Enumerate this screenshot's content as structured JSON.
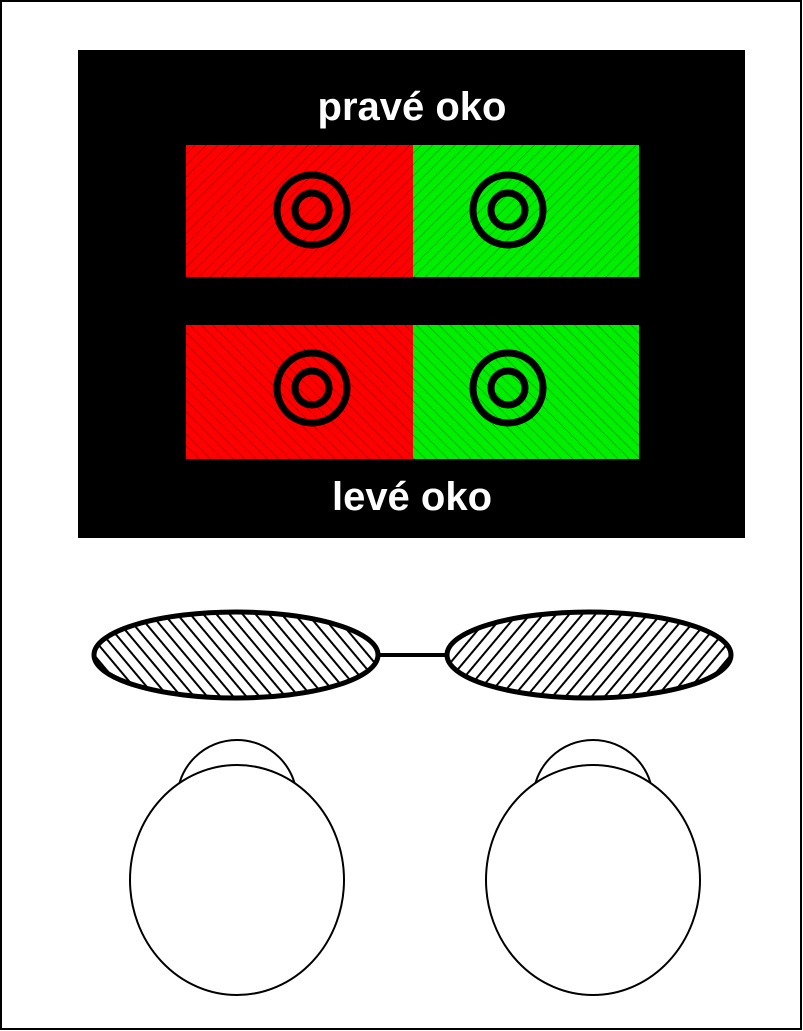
{
  "labels": {
    "top": "pravé oko",
    "bottom": "levé oko"
  },
  "colors": {
    "background": "#ffffff",
    "panel": "#000000",
    "red": "#ff0000",
    "green": "#00ee00",
    "outline": "#000000"
  },
  "panel_rows": [
    {
      "name": "top-row",
      "cells": [
        "red",
        "green"
      ]
    },
    {
      "name": "bottom-row",
      "cells": [
        "red",
        "green"
      ]
    }
  ],
  "icons": [
    "target-icon",
    "glasses-lens-icon",
    "eyeball-icon"
  ]
}
